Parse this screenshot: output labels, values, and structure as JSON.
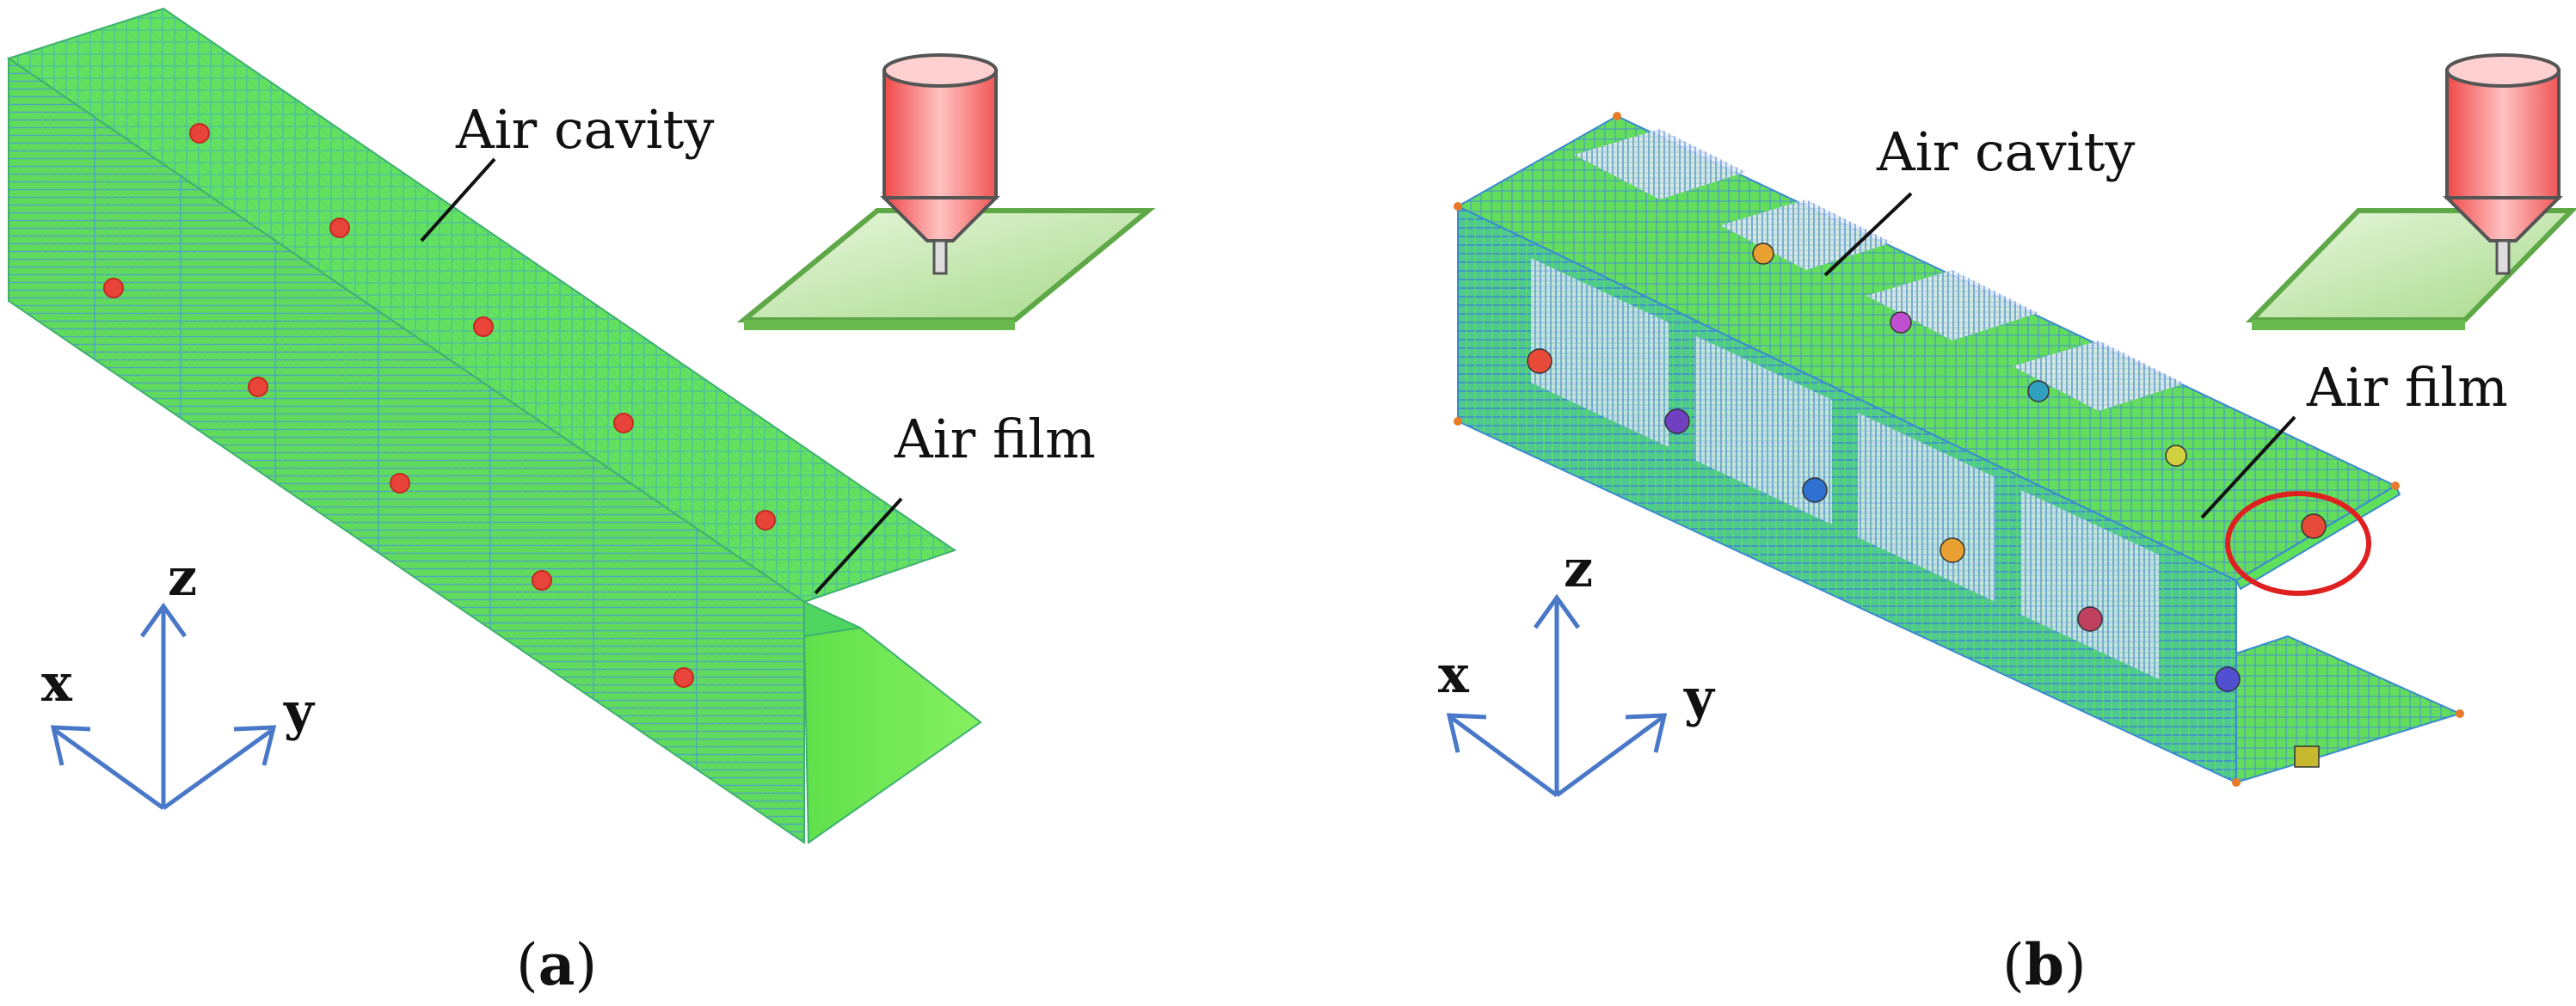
{
  "panels": [
    {
      "id": "a",
      "cavity_label": "Air cavity",
      "film_label": "Air film",
      "caption_open": "(",
      "caption_letter": "a",
      "caption_close": ")"
    },
    {
      "id": "b",
      "cavity_label": "Air cavity",
      "film_label": "Air film",
      "caption_open": "(",
      "caption_letter": "b",
      "caption_close": ")"
    }
  ],
  "axes": {
    "x": "x",
    "y": "y",
    "z": "z"
  },
  "colors": {
    "mesh_green": "#5ee05a",
    "mesh_blue": "#4a8fd6",
    "node_red": "#e8443a",
    "axis_blue": "#4a78c8",
    "nozzle_pink": "#f26a6a",
    "plate_green": "#b9e39a",
    "highlight_red": "#e02020"
  },
  "icons": [
    "nozzle-icon",
    "substrate-plate-icon",
    "coordinate-axes-icon"
  ]
}
